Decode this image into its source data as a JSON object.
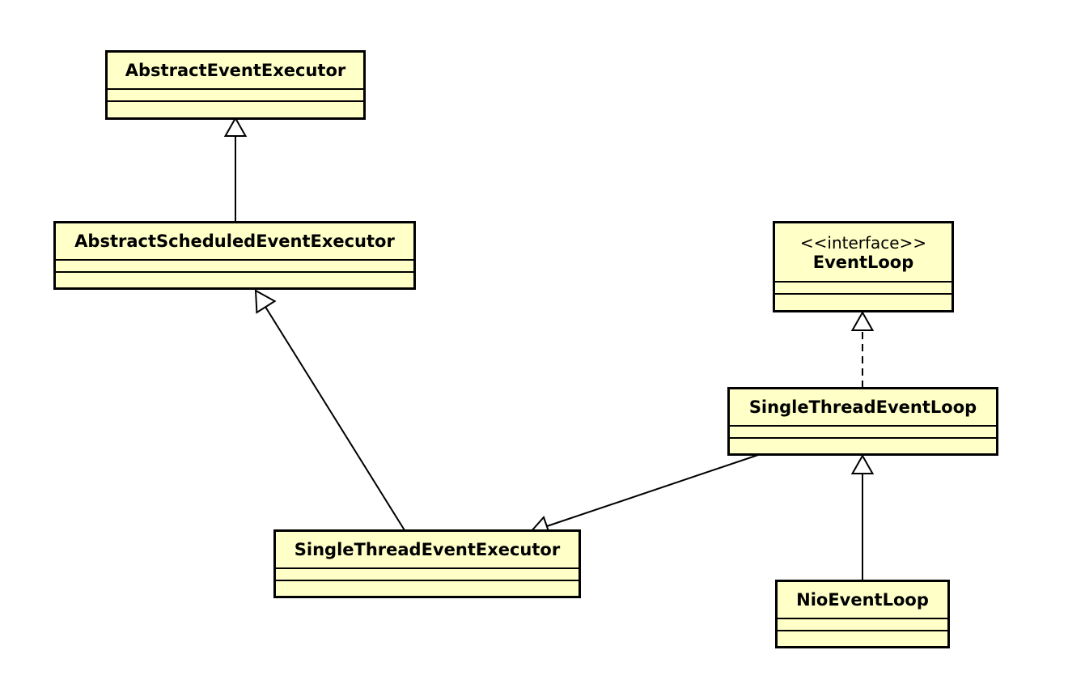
{
  "diagram": {
    "colors": {
      "class_fill": "#ffffc8",
      "line": "#000000",
      "background": "#ffffff"
    },
    "classes": [
      {
        "id": "abstract-event-executor",
        "name": "AbstractEventExecutor",
        "stereotype": ""
      },
      {
        "id": "abstract-scheduled-event-executor",
        "name": "AbstractScheduledEventExecutor",
        "stereotype": ""
      },
      {
        "id": "event-loop",
        "name": "EventLoop",
        "stereotype": "<<interface>>"
      },
      {
        "id": "single-thread-event-loop",
        "name": "SingleThreadEventLoop",
        "stereotype": ""
      },
      {
        "id": "single-thread-event-executor",
        "name": "SingleThreadEventExecutor",
        "stereotype": ""
      },
      {
        "id": "nio-event-loop",
        "name": "NioEventLoop",
        "stereotype": ""
      }
    ],
    "relations": [
      {
        "from": "AbstractScheduledEventExecutor",
        "to": "AbstractEventExecutor",
        "type": "generalization"
      },
      {
        "from": "SingleThreadEventExecutor",
        "to": "AbstractScheduledEventExecutor",
        "type": "generalization"
      },
      {
        "from": "SingleThreadEventLoop",
        "to": "EventLoop",
        "type": "realization"
      },
      {
        "from": "SingleThreadEventLoop",
        "to": "SingleThreadEventExecutor",
        "type": "generalization"
      },
      {
        "from": "NioEventLoop",
        "to": "SingleThreadEventLoop",
        "type": "generalization"
      }
    ]
  }
}
